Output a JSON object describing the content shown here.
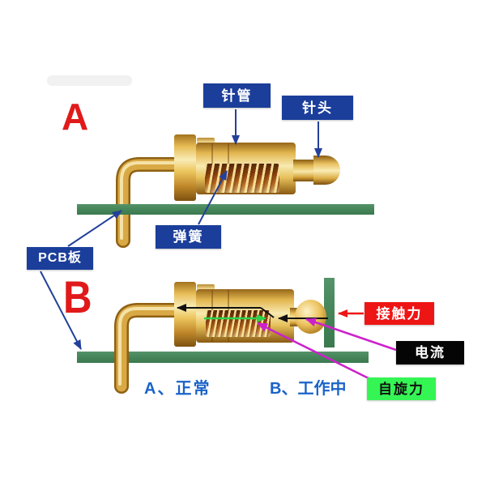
{
  "sections": {
    "a": {
      "letter": "A",
      "caption": "A、正常"
    },
    "b": {
      "letter": "B",
      "caption": "B、工作中"
    }
  },
  "part_labels": {
    "needle_tube": "针管",
    "needle_head": "针头",
    "spring": "弹簧",
    "pcb_board": "PCB板"
  },
  "force_labels": {
    "contact_force": "接触力",
    "current": "电流",
    "spin_force": "自旋力"
  },
  "colors": {
    "label_box_blue": "#1b3e9b",
    "contact_force_red": "#ee1515",
    "current_black": "#050505",
    "spin_force_green": "#35f554",
    "caption_blue": "#1a63c8",
    "section_letter_red": "#e01a1a",
    "pcb_green": "#46865a",
    "brass_gold": "#e2b64f",
    "leader_blue": "#23409a",
    "arrow_black": "#111111",
    "arrow_red": "#ee1515",
    "arrow_green": "#2bd24a",
    "arrow_magenta": "#cc22cc"
  }
}
